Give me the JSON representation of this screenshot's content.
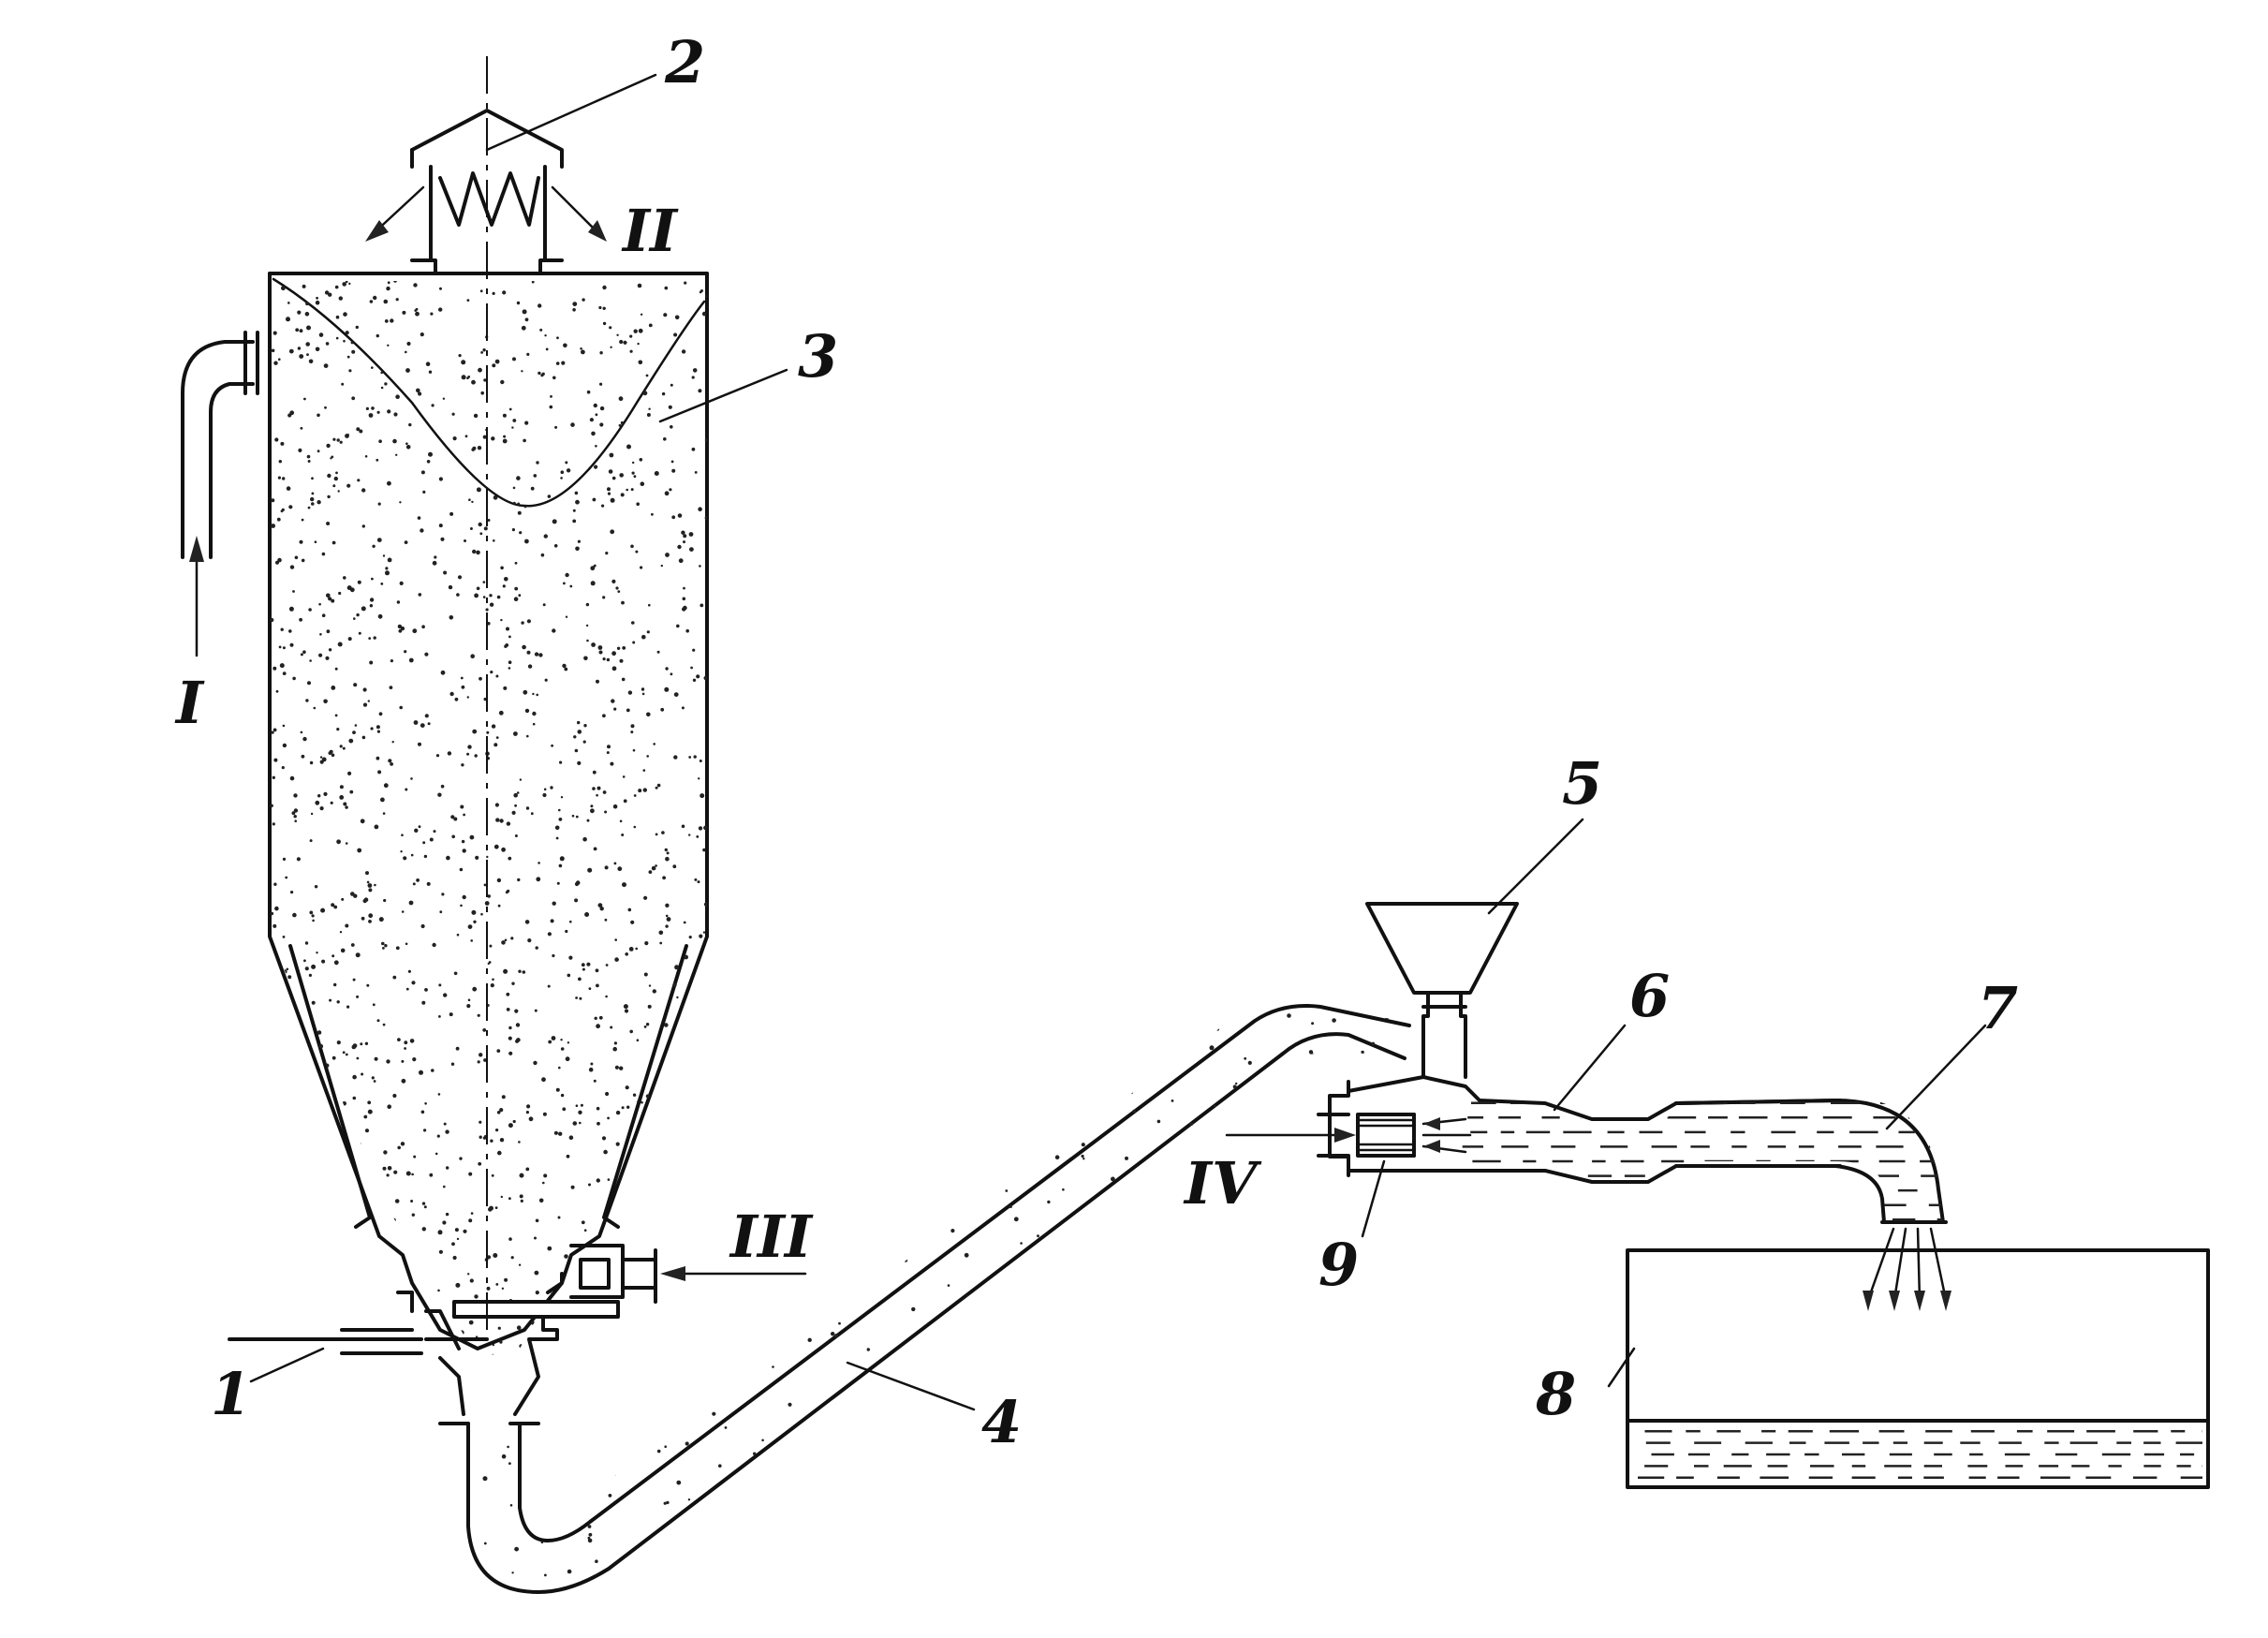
{
  "labels": {
    "n1": "1",
    "n2": "2",
    "n3": "3",
    "n4": "4",
    "n5": "5",
    "n6": "6",
    "n7": "7",
    "n8": "8",
    "n9": "9",
    "flow_I": "I",
    "flow_II": "II",
    "flow_III": "III",
    "flow_IV": "IV"
  },
  "colors": {
    "ink": "#111111",
    "paper": "#ffffff"
  }
}
